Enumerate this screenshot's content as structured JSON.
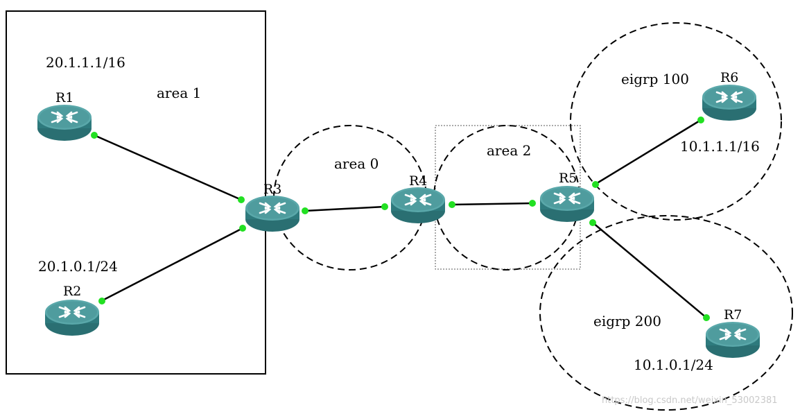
{
  "labels": {
    "area1": "area 1",
    "area0": "area 0",
    "area2": "area 2",
    "eigrp100": "eigrp 100",
    "eigrp200": "eigrp 200",
    "r1_net": "20.1.1.1/16",
    "r2_net": "20.1.0.1/24",
    "r6_net": "10.1.1.1/16",
    "r7_net": "10.1.0.1/24"
  },
  "routers": {
    "r1": "R1",
    "r2": "R2",
    "r3": "R3",
    "r4": "R4",
    "r5": "R5",
    "r6": "R6",
    "r7": "R7"
  },
  "links": [
    [
      "R1",
      "R3"
    ],
    [
      "R2",
      "R3"
    ],
    [
      "R3",
      "R4"
    ],
    [
      "R4",
      "R5"
    ],
    [
      "R5",
      "R6"
    ],
    [
      "R5",
      "R7"
    ]
  ],
  "watermark": "https://blog.csdn.net/weixin_53002381",
  "colors": {
    "router_top": "#4f9c9e",
    "router_body": "#2e7a7d",
    "port": "#22e022",
    "line": "#000000"
  }
}
